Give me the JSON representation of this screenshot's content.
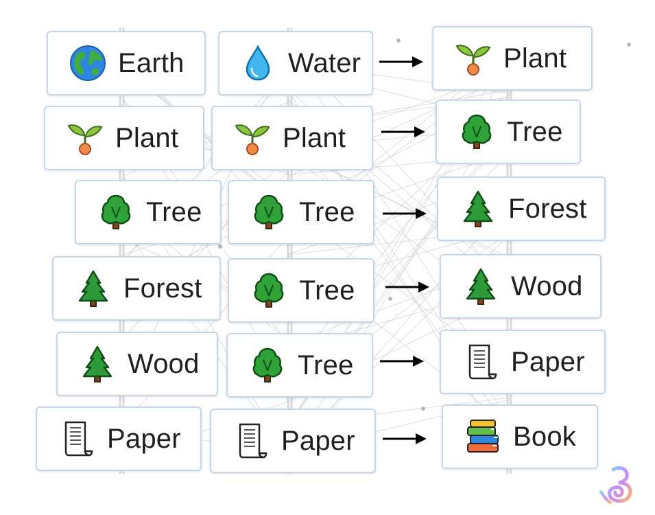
{
  "colors": {
    "tile_border": "#c6d6e6",
    "arrow": "#000000",
    "text": "#1f1f1f",
    "bg_lines": "#cfcfcf"
  },
  "rows": [
    {
      "a": {
        "label": "Earth",
        "icon": "earth-globe-icon"
      },
      "b": {
        "label": "Water",
        "icon": "water-drop-icon"
      },
      "result": {
        "label": "Plant",
        "icon": "seedling-icon"
      }
    },
    {
      "a": {
        "label": "Plant",
        "icon": "seedling-icon"
      },
      "b": {
        "label": "Plant",
        "icon": "seedling-icon"
      },
      "result": {
        "label": "Tree",
        "icon": "tree-icon"
      }
    },
    {
      "a": {
        "label": "Tree",
        "icon": "tree-icon"
      },
      "b": {
        "label": "Tree",
        "icon": "tree-icon"
      },
      "result": {
        "label": "Forest",
        "icon": "evergreen-tree-icon"
      }
    },
    {
      "a": {
        "label": "Forest",
        "icon": "evergreen-tree-icon"
      },
      "b": {
        "label": "Tree",
        "icon": "tree-icon"
      },
      "result": {
        "label": "Wood",
        "icon": "evergreen-tree-icon"
      }
    },
    {
      "a": {
        "label": "Wood",
        "icon": "evergreen-tree-icon"
      },
      "b": {
        "label": "Tree",
        "icon": "tree-icon"
      },
      "result": {
        "label": "Paper",
        "icon": "scroll-paper-icon"
      }
    },
    {
      "a": {
        "label": "Paper",
        "icon": "scroll-paper-icon"
      },
      "b": {
        "label": "Paper",
        "icon": "scroll-paper-icon"
      },
      "result": {
        "label": "Book",
        "icon": "books-stack-icon"
      }
    }
  ],
  "watermark": {
    "icon": "brand-logo-icon"
  }
}
